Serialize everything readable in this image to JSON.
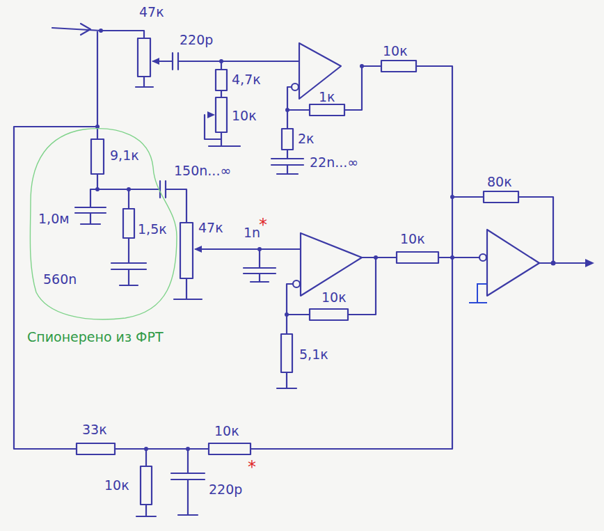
{
  "diagram": {
    "nodes": [
      {
        "text": [
          "Спионерено из ФРТ"
        ]
      }
    ],
    "labels": [
      "47к",
      "220p",
      "4,7к",
      "10к",
      "1к",
      "2к",
      "22n...∞",
      "10к",
      "9,1к",
      "150n...∞",
      "1,0м",
      "1,5к",
      "560n",
      "47к",
      "1n",
      "*",
      "10к",
      "10к",
      "5,1к",
      "80к",
      "33к",
      "10к",
      "10к",
      "220p",
      "*"
    ]
  }
}
